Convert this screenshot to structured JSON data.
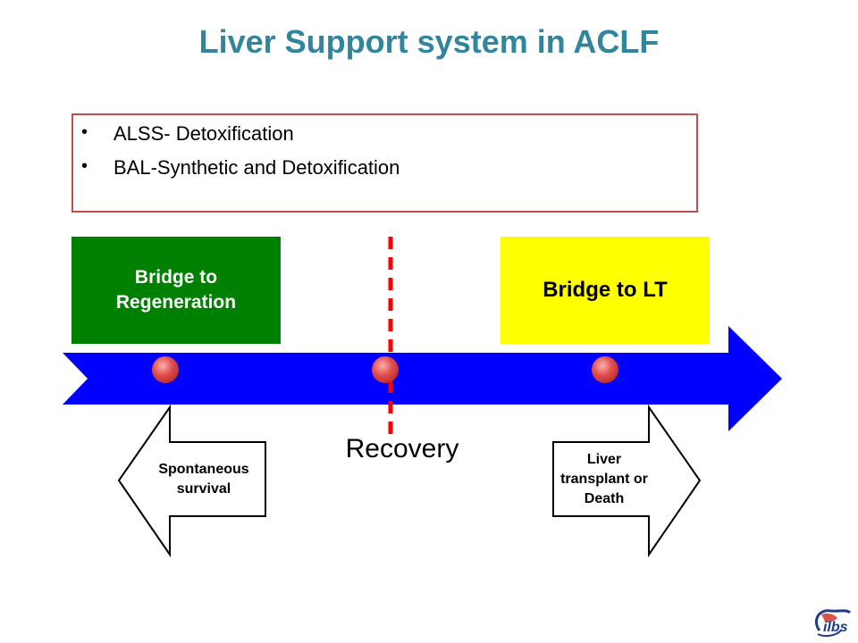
{
  "slide": {
    "title": "Liver Support system in ACLF"
  },
  "bullets": [
    "ALSS- Detoxification",
    "BAL-Synthetic and Detoxification"
  ],
  "bridges": {
    "regeneration_line1": "Bridge to",
    "regeneration_line2": "Regeneration",
    "lt": "Bridge to LT"
  },
  "timeline": {
    "recovery_label": "Recovery",
    "dot_count": 3
  },
  "outcomes": {
    "left_line1": "Spontaneous",
    "left_line2": "survival",
    "right_line1": "Liver",
    "right_line2": "transplant or",
    "right_line3": "Death"
  },
  "logo": {
    "text": "ilbs"
  },
  "colors": {
    "title": "#31859c",
    "bullet_border": "#c0504d",
    "green_box": "#008000",
    "yellow_box": "#ffff00",
    "timeline_arrow": "#0000ff",
    "dashed_line": "#ff0000",
    "dots": "#e05050"
  }
}
